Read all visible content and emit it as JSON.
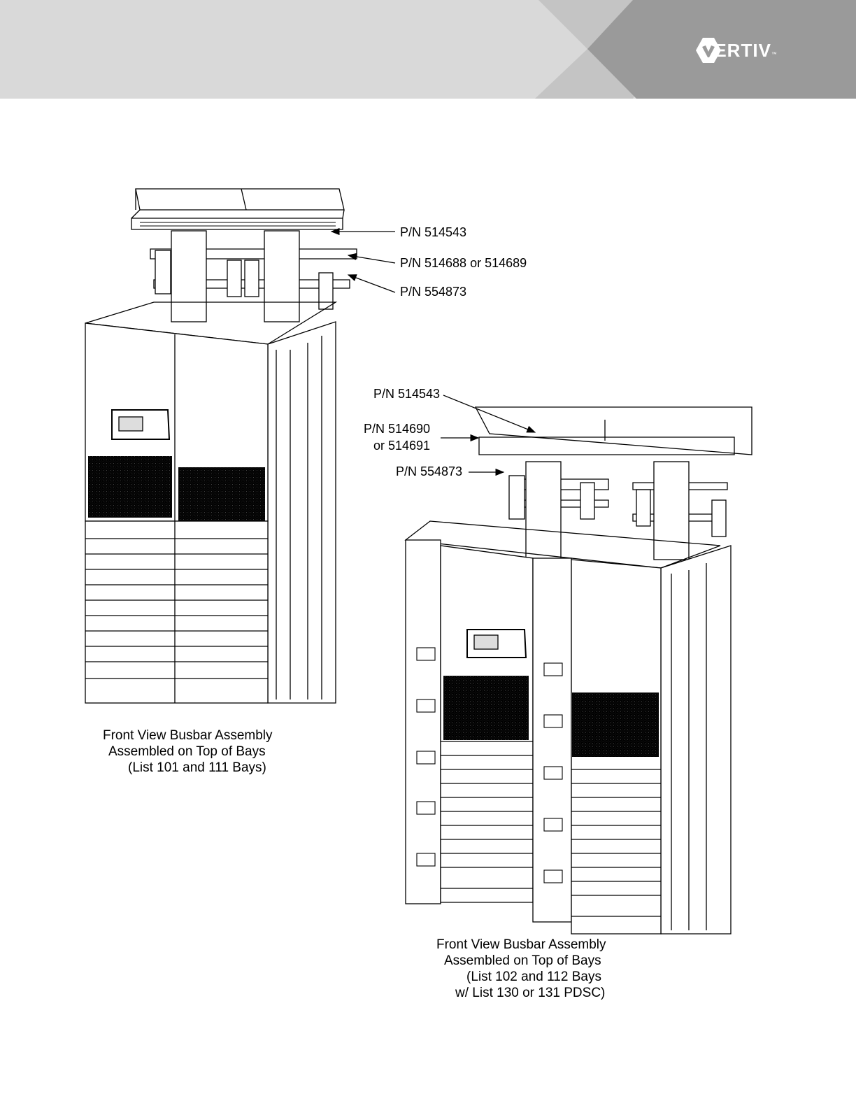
{
  "header": {
    "brand": {
      "name": "VERTIV",
      "trademark": "™",
      "logo_icon": "vertiv-logo-icon",
      "color": "#ffffff"
    },
    "colors": {
      "band": "#d9d9d9",
      "light_chevron": "#c4c4c4",
      "dark_chevron": "#9a9a9a"
    }
  },
  "figure_left": {
    "callouts": [
      "P/N 514543",
      "P/N 514688 or 514689",
      "P/N 554873"
    ],
    "caption": [
      "Front View Busbar Assembly",
      "Assembled on Top of Bays",
      "(List 101 and 111 Bays)"
    ]
  },
  "figure_right": {
    "callouts": [
      "P/N 514543",
      "P/N 514690",
      "or 514691",
      "P/N 554873"
    ],
    "caption": [
      "Front  View Busbar Assembly",
      "Assembled on Top of Bays",
      "(List 102 and 112 Bays",
      "w/ List 130 or 131 PDSC)"
    ]
  }
}
